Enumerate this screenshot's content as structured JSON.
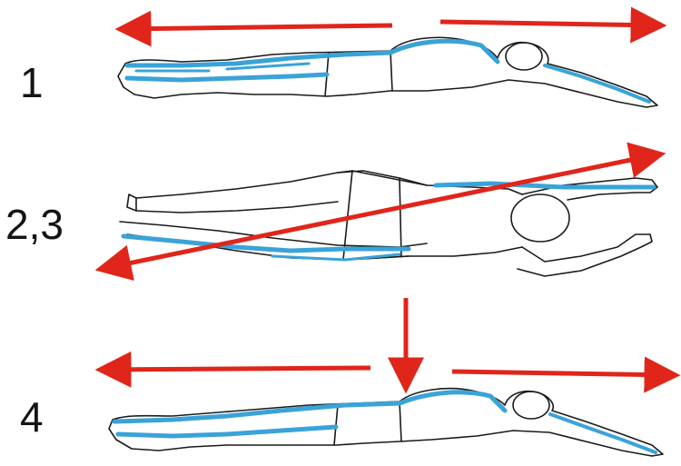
{
  "labels": {
    "step1": "1",
    "step23": "2,3",
    "step4": "4"
  },
  "colors": {
    "arrow": "#e0251b",
    "stretch_highlight": "#3aa3d8",
    "outline": "#1a1a1a"
  },
  "icons": {
    "figure": "lying-swimmer-figure",
    "arrow": "stretch-direction-arrow"
  }
}
